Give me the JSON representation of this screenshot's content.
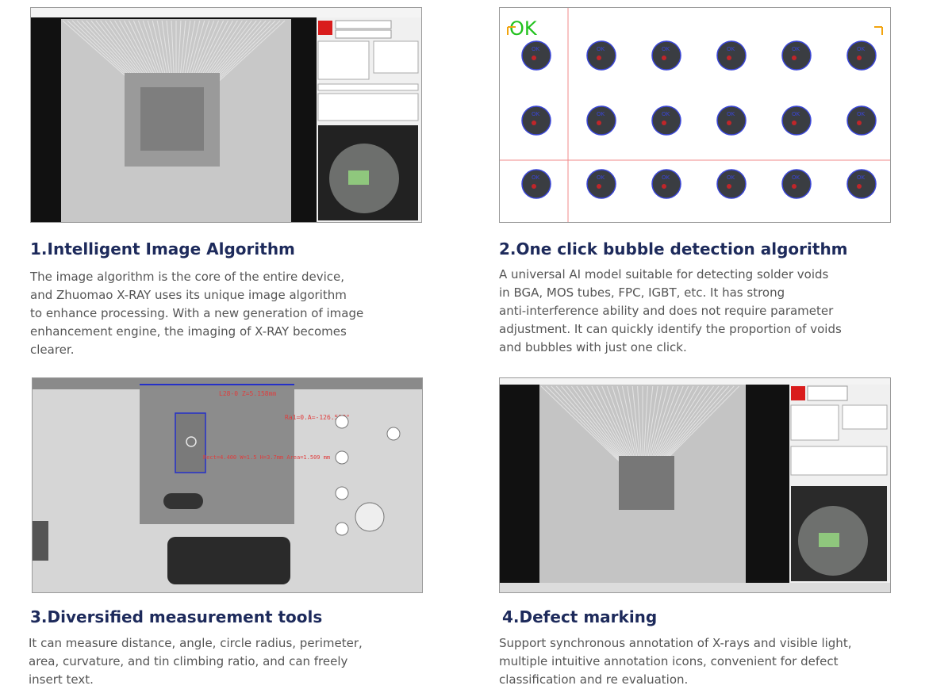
{
  "features": [
    {
      "title": "1.Intelligent Image Algorithm",
      "lines": [
        "The image algorithm is the core of the entire device,",
        "and Zhuomao X-RAY uses its unique image algorithm",
        "to enhance processing. With a new generation of image",
        "enhancement engine, the imaging of X-RAY becomes",
        "clearer."
      ]
    },
    {
      "title": "2.One click bubble detection algorithm",
      "lines": [
        "A universal AI model suitable for detecting solder voids",
        "in BGA, MOS tubes, FPC, IGBT, etc. It has strong",
        "anti-interference ability and does not require parameter",
        "adjustment. It can quickly identify the proportion of voids",
        "and bubbles with just one click."
      ]
    },
    {
      "title": "3.Diversified measurement tools",
      "lines": [
        "It can measure distance, angle, circle radius, perimeter,",
        "area, curvature, and tin climbing ratio, and can freely",
        "insert text."
      ]
    },
    {
      "title": "4.Defect marking",
      "lines": [
        "Support synchronous annotation of X-rays and visible light,",
        "multiple intuitive annotation icons, convenient for defect",
        "classification and re evaluation."
      ]
    }
  ],
  "bubble_shot": {
    "status": "OK",
    "ball_label": "OK"
  },
  "measure_shot": {
    "line_label": "L28-0 Z=5.158mm",
    "angle_label": "Ra1=0.A=-126.528°",
    "area_label": "Rect=4.400 W=1.5 H=3.7mm Area=1.509 mm"
  },
  "colors": {
    "title": "#1d2a5b",
    "text": "#555555",
    "ok_green": "#22c21e",
    "ball_outline": "#3a46d8",
    "void_red": "#c0262a"
  }
}
